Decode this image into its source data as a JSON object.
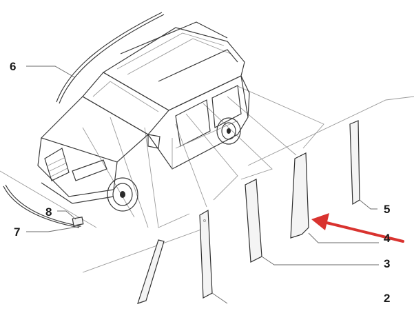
{
  "callouts": {
    "c2": "2",
    "c3": "3",
    "c4": "4",
    "c5": "5",
    "c6": "6",
    "c7": "7",
    "c8": "8"
  },
  "colors": {
    "arrow": "#d9332f",
    "line": "#3a3a3a",
    "text": "#1a1a1a"
  }
}
